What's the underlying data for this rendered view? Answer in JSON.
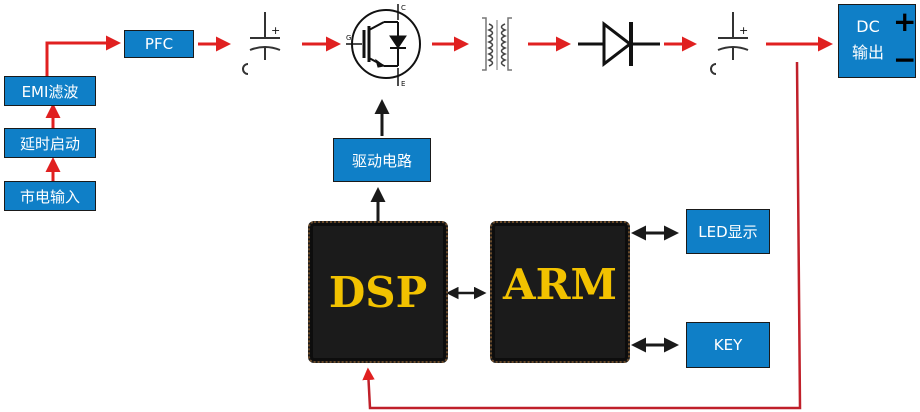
{
  "blocks": {
    "emi_filter": "EMI滤波",
    "soft_start": "延时启动",
    "mains_input": "市电输入",
    "pfc": "PFC",
    "drive_circuit": "驱动电路",
    "led_display": "LED显示",
    "key": "KEY"
  },
  "dc_output": {
    "line1": "DC",
    "line2": "输出",
    "plus": "+",
    "minus": "−"
  },
  "chips": {
    "dsp": "DSP",
    "arm": "ARM"
  },
  "component_labels": {
    "cap_plus": "+",
    "igbt_collector": "C",
    "igbt_emitter": "E",
    "igbt_gate": "G"
  },
  "colors": {
    "box_fill": "#0f7fc7",
    "arrow_red": "#e02020",
    "chip_text": "#f2c200",
    "feedback_line": "#c0202a"
  }
}
